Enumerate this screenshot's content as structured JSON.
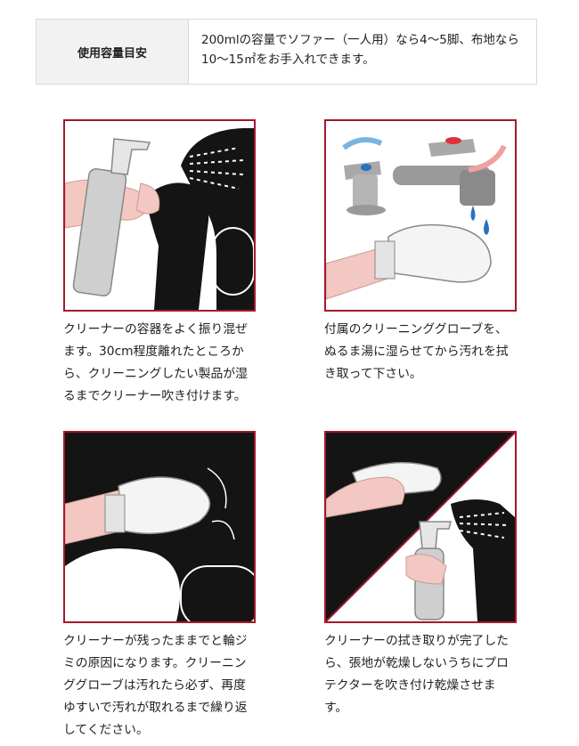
{
  "usage": {
    "label": "使用容量目安",
    "text": "200mlの容量でソファー（一人用）なら4〜5脚、布地なら10〜15㎡をお手入れできます。"
  },
  "steps": [
    {
      "text": "クリーナーの容器をよく振り混ぜます。30cm程度離れたところから、クリーニングしたい製品が湿るまでクリーナー吹き付けます。"
    },
    {
      "text": "付属のクリーニンググローブを、ぬるま湯に湿らせてから汚れを拭き取って下さい。"
    },
    {
      "text": "クリーナーが残ったままでと輪ジミの原因になります。クリーニンググローブは汚れたら必ず、再度ゆすいで汚れが取れるまで繰り返してください。"
    },
    {
      "text": "クリーナーの拭き取りが完了したら、張地が乾燥しないうちにプロテクターを吹き付け乾燥させます。"
    }
  ],
  "colors": {
    "frame": "#a3192a",
    "sofa": "#141414",
    "skin": "#f3c8c2",
    "water": "#2b6fc2",
    "hot": "#e0303a"
  }
}
